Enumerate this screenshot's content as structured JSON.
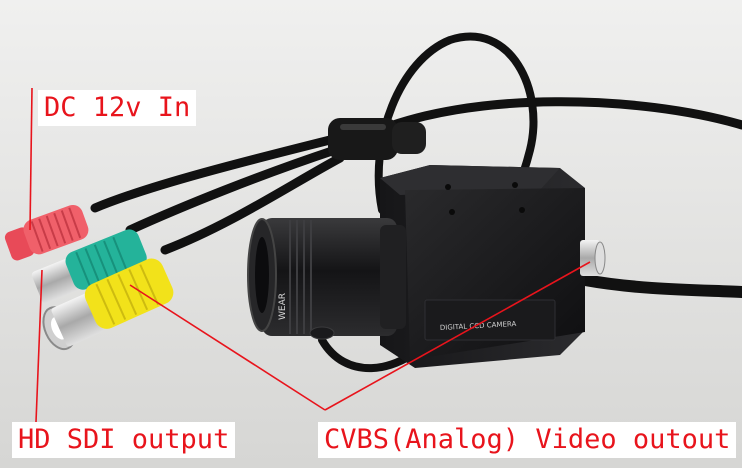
{
  "labels": {
    "dc_in": "DC 12v In",
    "hd_sdi": "HD SDI output",
    "cvbs": "CVBS(Analog) Video outout"
  },
  "camera": {
    "lens_text": "WEAR",
    "body_text": "DIGITAL CCD CAMERA"
  },
  "colors": {
    "background": "#e6e6e4",
    "camera_body": "#1d1d1f",
    "cable": "#111111",
    "dc_plug": "#f0606a",
    "sdi_plug": "#24b39a",
    "cvbs_plug": "#f2e21a",
    "callout": "#e8141c"
  }
}
